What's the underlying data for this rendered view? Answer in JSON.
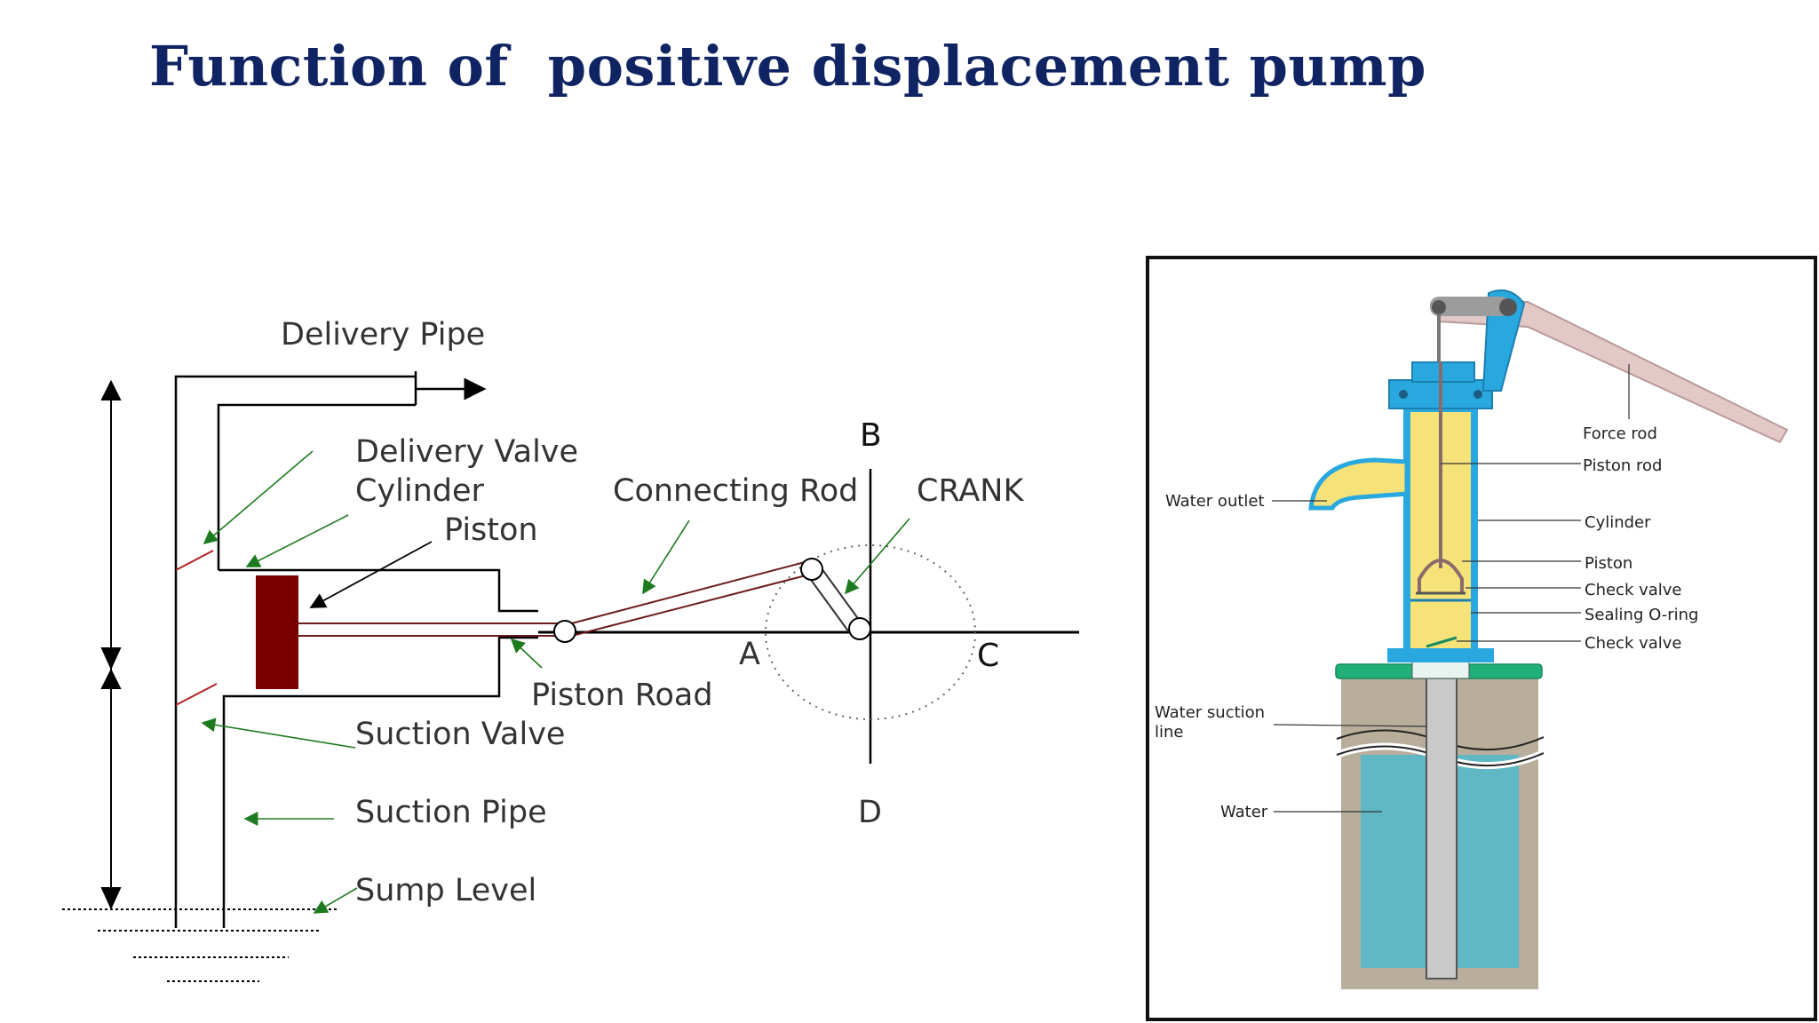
{
  "title": "Function of  positive displacement pump",
  "left_diagram": {
    "labels": {
      "delivery_pipe": "Delivery Pipe",
      "delivery_valve": "Delivery Valve",
      "cylinder": "Cylinder",
      "piston": "Piston",
      "connecting_rod": "Connecting Rod",
      "crank": "CRANK",
      "piston_road": "Piston Road",
      "suction_valve": "Suction Valve",
      "suction_pipe": "Suction Pipe",
      "sump_level": "Sump Level",
      "point_a": "A",
      "point_b": "B",
      "point_c": "C",
      "point_d": "D"
    },
    "colors": {
      "piston": "#7a0000",
      "arrow": "#1e7a1e",
      "valve": "#b22222"
    }
  },
  "right_diagram": {
    "labels": {
      "force_rod": "Force rod",
      "piston_rod": "Piston rod",
      "water_outlet": "Water outlet",
      "cylinder": "Cylinder",
      "piston": "Piston",
      "check_valve_upper": "Check valve",
      "sealing_o_ring": "Sealing O-ring",
      "check_valve_lower": "Check valve",
      "water_suction_line_1": "Water suction",
      "water_suction_line_2": "line",
      "water": "Water"
    },
    "colors": {
      "pump_body": "#f5e37a",
      "pump_head": "#29a8e0",
      "base": "#22b07a",
      "water": "#5fb8c4",
      "soil": "#b9ae9b"
    }
  }
}
